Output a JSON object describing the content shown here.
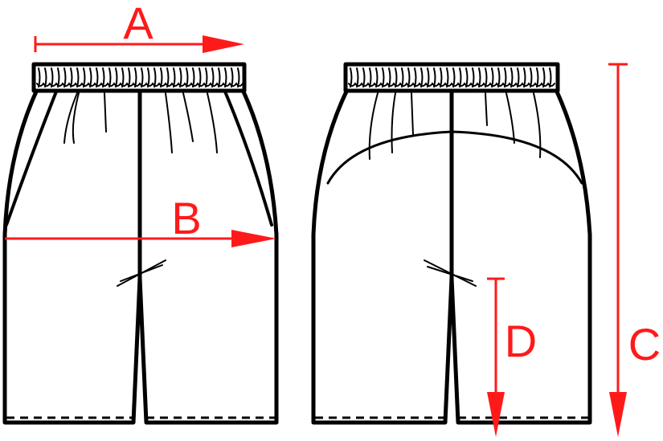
{
  "colors": {
    "outline": "#000000",
    "measure": "#ff1a1a",
    "background": "#ffffff"
  },
  "views": [
    {
      "name": "front-view"
    },
    {
      "name": "back-view"
    }
  ],
  "measurements": [
    {
      "id": "A",
      "label": "A"
    },
    {
      "id": "B",
      "label": "B"
    },
    {
      "id": "C",
      "label": "C"
    },
    {
      "id": "D",
      "label": "D"
    }
  ]
}
